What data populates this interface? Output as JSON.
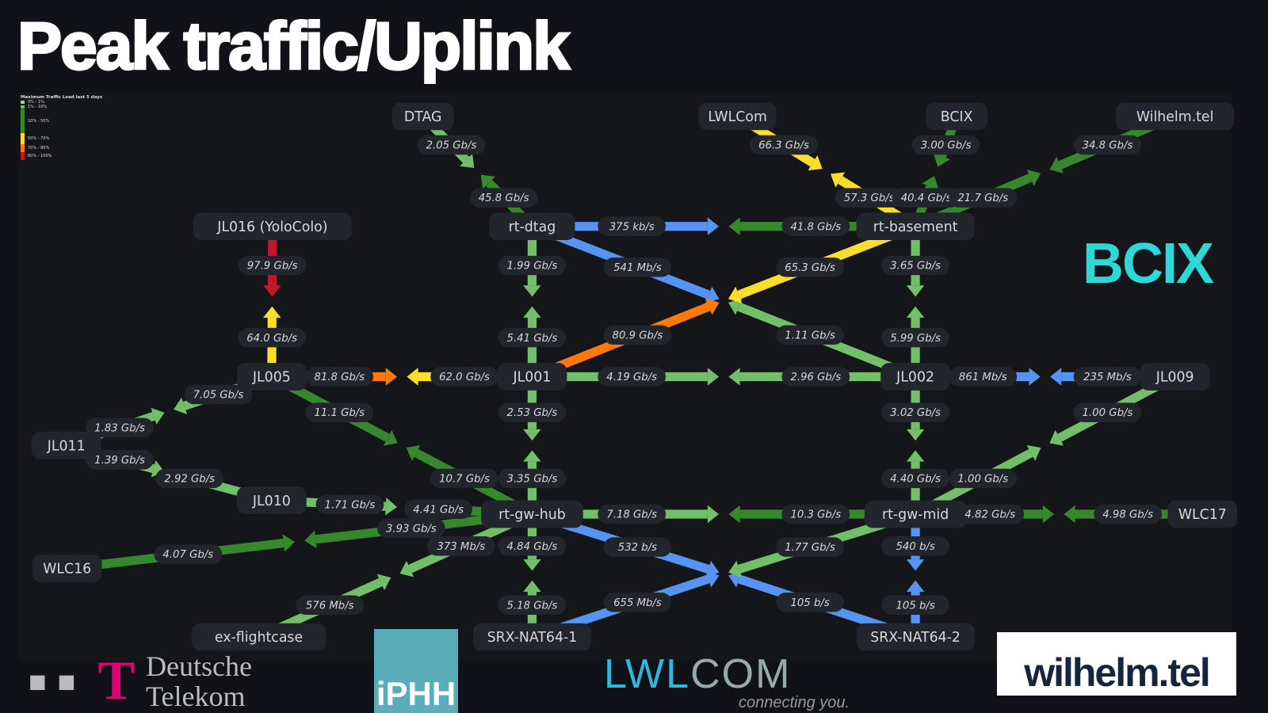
{
  "title": "Peak traffic/Uplink",
  "legend": {
    "title": "Maximum Traffic Load last 5 days",
    "items": [
      {
        "label": "0% - 1%",
        "color": "#96d98d"
      },
      {
        "label": "1% - 10%",
        "color": "#73bf69"
      },
      {
        "label": "10% - 50%",
        "color": "#37872d"
      },
      {
        "label": "50% - 70%",
        "color": "#fade2a"
      },
      {
        "label": "70% - 80%",
        "color": "#ff780a"
      },
      {
        "label": "80% - 100%",
        "color": "#c4162a"
      }
    ]
  },
  "colors": {
    "dg": "#37872d",
    "lg": "#73bf69",
    "y": "#fade2a",
    "o": "#ff780a",
    "r": "#c4162a",
    "b": "#5794f2"
  },
  "nodes": {
    "dtag": "DTAG",
    "lwlcom": "LWLCom",
    "bcix": "BCIX",
    "wilhelm": "Wilhelm.tel",
    "jl016": "JL016 (YoloColo)",
    "rtdtag": "rt-dtag",
    "rtbase": "rt-basement",
    "jl005": "JL005",
    "jl001": "JL001",
    "jl002": "JL002",
    "jl009": "JL009",
    "jl011": "JL011",
    "jl010": "JL010",
    "hub": "rt-gw-hub",
    "mid": "rt-gw-mid",
    "wlc17": "WLC17",
    "wlc16": "WLC16",
    "flight": "ex-flightcase",
    "srx1": "SRX-NAT64-1",
    "srx2": "SRX-NAT64-2"
  },
  "links": [
    {
      "from": "dtag",
      "to": "rtdtag",
      "a": "2.05 Gb/s",
      "ca": "lg",
      "b": "45.8 Gb/s",
      "cb": "dg"
    },
    {
      "from": "lwlcom",
      "to": "rtbase",
      "a": "66.3 Gb/s",
      "ca": "y",
      "b": "57.3 Gb/s",
      "cb": "y"
    },
    {
      "from": "bcix",
      "to": "rtbase",
      "a": "3.00 Gb/s",
      "ca": "dg",
      "b": "40.4 Gb/s",
      "cb": "dg"
    },
    {
      "from": "wilhelm",
      "to": "rtbase",
      "a": "34.8 Gb/s",
      "ca": "dg",
      "b": "21.7 Gb/s",
      "cb": "dg"
    },
    {
      "from": "rtdtag",
      "to": "rtbase",
      "a": "375 kb/s",
      "ca": "b",
      "b": "41.8 Gb/s",
      "cb": "dg"
    },
    {
      "from": "rtdtag",
      "to": "jl002",
      "a": "541 Mb/s",
      "ca": "b",
      "b": "1.11 Gb/s",
      "cb": "lg",
      "cross": "upper"
    },
    {
      "from": "rtbase",
      "to": "jl001",
      "a": "65.3 Gb/s",
      "ca": "y",
      "b": "80.9 Gb/s",
      "cb": "o",
      "cross": "upper"
    },
    {
      "from": "jl016",
      "to": "jl005",
      "a": "97.9 Gb/s",
      "ca": "r",
      "b": "64.0 Gb/s",
      "cb": "y"
    },
    {
      "from": "rtdtag",
      "to": "jl001",
      "a": "1.99 Gb/s",
      "ca": "lg",
      "b": "5.41 Gb/s",
      "cb": "lg"
    },
    {
      "from": "rtbase",
      "to": "jl002",
      "a": "3.65 Gb/s",
      "ca": "lg",
      "b": "5.99 Gb/s",
      "cb": "lg"
    },
    {
      "from": "jl005",
      "to": "jl001",
      "a": "81.8 Gb/s",
      "ca": "o",
      "b": "62.0 Gb/s",
      "cb": "y"
    },
    {
      "from": "jl001",
      "to": "jl002",
      "a": "4.19 Gb/s",
      "ca": "lg",
      "b": "2.96 Gb/s",
      "cb": "lg"
    },
    {
      "from": "jl002",
      "to": "jl009",
      "a": "861 Mb/s",
      "ca": "b",
      "b": "235 Mb/s",
      "cb": "b"
    },
    {
      "from": "jl005",
      "to": "jl011",
      "a": "7.05 Gb/s",
      "ca": "lg",
      "b": "1.83 Gb/s",
      "cb": "lg"
    },
    {
      "from": "jl011",
      "to": "jl010",
      "a": "1.39 Gb/s",
      "ca": "lg",
      "b": "2.92 Gb/s",
      "cb": "lg"
    },
    {
      "from": "jl005",
      "to": "hub",
      "a": "11.1 Gb/s",
      "ca": "dg",
      "b": "10.7 Gb/s",
      "cb": "dg"
    },
    {
      "from": "jl001",
      "to": "hub",
      "a": "2.53 Gb/s",
      "ca": "lg",
      "b": "3.35 Gb/s",
      "cb": "lg"
    },
    {
      "from": "jl002",
      "to": "mid",
      "a": "3.02 Gb/s",
      "ca": "lg",
      "b": "4.40 Gb/s",
      "cb": "lg"
    },
    {
      "from": "jl009",
      "to": "mid",
      "a": "1.00 Gb/s",
      "ca": "lg",
      "b": "1.00 Gb/s",
      "cb": "lg"
    },
    {
      "from": "jl010",
      "to": "hub",
      "a": "1.71 Gb/s",
      "ca": "lg",
      "b": "4.41 Gb/s",
      "cb": "dg"
    },
    {
      "from": "hub",
      "to": "mid",
      "a": "7.18 Gb/s",
      "ca": "lg",
      "b": "10.3 Gb/s",
      "cb": "dg"
    },
    {
      "from": "mid",
      "to": "wlc17",
      "a": "4.82 Gb/s",
      "ca": "dg",
      "b": "4.98 Gb/s",
      "cb": "dg"
    },
    {
      "from": "wlc16",
      "to": "hub",
      "a": "4.07 Gb/s",
      "ca": "dg",
      "b": "3.93 Gb/s",
      "cb": "dg"
    },
    {
      "from": "flight",
      "to": "hub",
      "a": "576 Mb/s",
      "ca": "lg",
      "b": "373 Mb/s",
      "cb": "lg"
    },
    {
      "from": "hub",
      "to": "srx1",
      "a": "4.84 Gb/s",
      "ca": "lg",
      "b": "5.18 Gb/s",
      "cb": "lg"
    },
    {
      "from": "hub",
      "to": "srx2",
      "a": "532 b/s",
      "ca": "b",
      "b": "105 b/s",
      "cb": "b",
      "cross": "lower"
    },
    {
      "from": "mid",
      "to": "srx1",
      "a": "1.77 Gb/s",
      "ca": "lg",
      "b": "655 Mb/s",
      "cb": "b",
      "cross": "lower"
    },
    {
      "from": "mid",
      "to": "srx2",
      "a": "540 b/s",
      "ca": "b",
      "b": "105 b/s",
      "cb": "b"
    }
  ],
  "logos": {
    "bcix": "BCIX",
    "dt_line1": "Deutsche",
    "dt_line2": "Telekom",
    "dt_mark": "T",
    "iphh": "iPHH",
    "lwl_a": "LWL",
    "lwl_b": "COM",
    "lwl_slogan": "connecting you.",
    "wilhelm": "wilhelm.tel"
  }
}
